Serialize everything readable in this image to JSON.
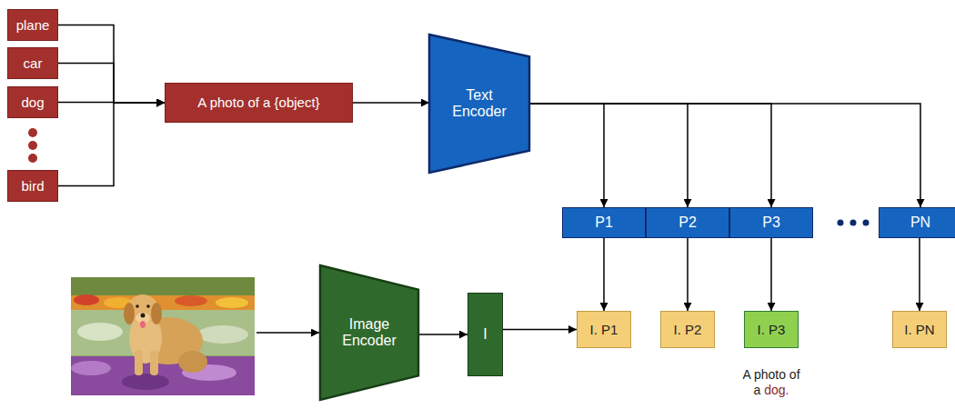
{
  "diagram": {
    "nodes": [
      {
        "text": [
          "plane"
        ]
      },
      {
        "text": [
          "car"
        ]
      },
      {
        "text": [
          "dog"
        ]
      },
      {
        "text": [
          "bird"
        ]
      },
      {
        "text": [
          "A photo of a {object}"
        ]
      },
      {
        "text": [
          "Text Encoder"
        ]
      },
      {
        "text": [
          "P1"
        ]
      },
      {
        "text": [
          "P2"
        ]
      },
      {
        "text": [
          "P3"
        ]
      },
      {
        "text": [
          "PN"
        ]
      },
      {
        "text": [
          "Image Encoder"
        ]
      },
      {
        "text": [
          "I"
        ]
      },
      {
        "text": [
          "I. P1"
        ]
      },
      {
        "text": [
          "I. P2"
        ]
      },
      {
        "text": [
          "I. P3"
        ]
      },
      {
        "text": [
          "I. PN"
        ]
      }
    ],
    "edges": [
      {
        "from": 0,
        "to": 4,
        "arrow": "to"
      },
      {
        "from": 1,
        "to": 4,
        "arrow": "to"
      },
      {
        "from": 2,
        "to": 4,
        "arrow": "to"
      },
      {
        "from": 3,
        "to": 4,
        "arrow": "to"
      },
      {
        "from": 4,
        "to": 5,
        "arrow": "to"
      },
      {
        "from": 5,
        "to": 6,
        "arrow": "to"
      },
      {
        "from": 5,
        "to": 7,
        "arrow": "to"
      },
      {
        "from": 5,
        "to": 8,
        "arrow": "to"
      },
      {
        "from": 5,
        "to": 9,
        "arrow": "to"
      },
      {
        "from": 10,
        "to": 11,
        "arrow": "to"
      },
      {
        "from": 11,
        "to": 12,
        "arrow": "to"
      },
      {
        "from": 6,
        "to": 12,
        "arrow": "to"
      },
      {
        "from": 7,
        "to": 13,
        "arrow": "to"
      },
      {
        "from": 8,
        "to": 14,
        "arrow": "to"
      },
      {
        "from": 9,
        "to": 15,
        "arrow": "to"
      }
    ],
    "labels": [
      "A photo of a",
      "dog."
    ]
  }
}
